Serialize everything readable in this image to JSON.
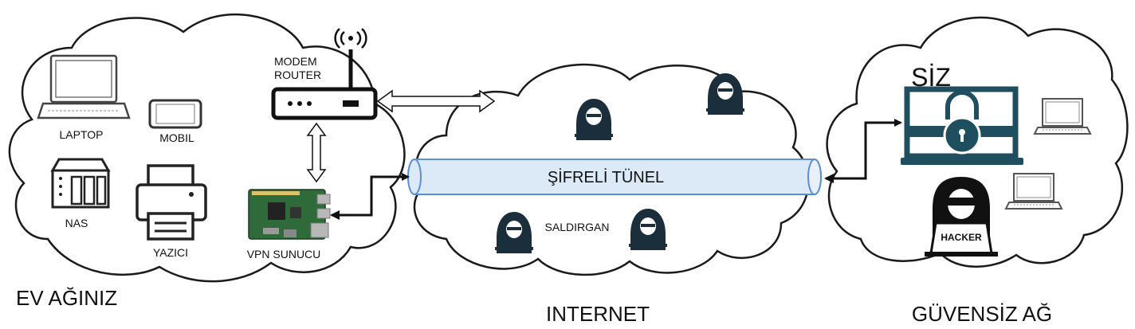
{
  "labels": {
    "home_network": "EV AĞINIZ",
    "internet": "INTERNET",
    "unsafe_network": "GÜVENSİZ AĞ",
    "modem": "MODEM",
    "router": "ROUTER",
    "laptop": "LAPTOP",
    "mobile": "MOBIL",
    "nas": "NAS",
    "printer": "YAZICI",
    "vpn_server": "VPN SUNUCU",
    "tunnel": "ŞİFRELİ TÜNEL",
    "attacker": "SALDIRGAN",
    "you": "SİZ",
    "hacker": "HACKER"
  },
  "colors": {
    "tunnel_fill": "#dce9f7",
    "tunnel_stroke": "#5b8fd1",
    "lock_color": "#1f4e5f",
    "outline": "#1a1a1a"
  },
  "icons": [
    "laptop-icon",
    "mobile-icon",
    "nas-icon",
    "printer-icon",
    "router-icon",
    "raspberry-pi-icon",
    "hacker-icon",
    "lock-laptop-icon"
  ]
}
